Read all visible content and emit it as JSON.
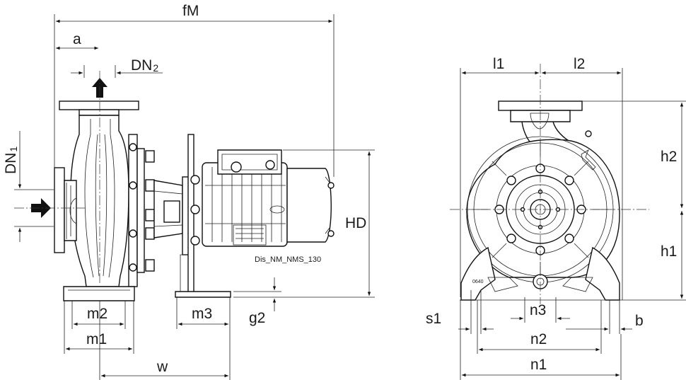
{
  "drawing_caption": "Dis_NM_NMS_130",
  "side_view": {
    "dimensions": {
      "fM": "fM",
      "a": "a",
      "dn2_main": "DN",
      "dn2_sub": "2",
      "dn1_main": "DN",
      "dn1_sub": "1",
      "HD": "HD",
      "m2": "m2",
      "m1": "m1",
      "m3": "m3",
      "g2": "g2",
      "w": "w"
    }
  },
  "front_view": {
    "dimensions": {
      "l1": "l1",
      "l2": "l2",
      "h2": "h2",
      "h1": "h1",
      "s1": "s1",
      "n3": "n3",
      "b": "b",
      "n2": "n2",
      "n1": "n1"
    },
    "casting_mark": "0640"
  },
  "colors": {
    "line": "#111111",
    "background": "#ffffff"
  }
}
